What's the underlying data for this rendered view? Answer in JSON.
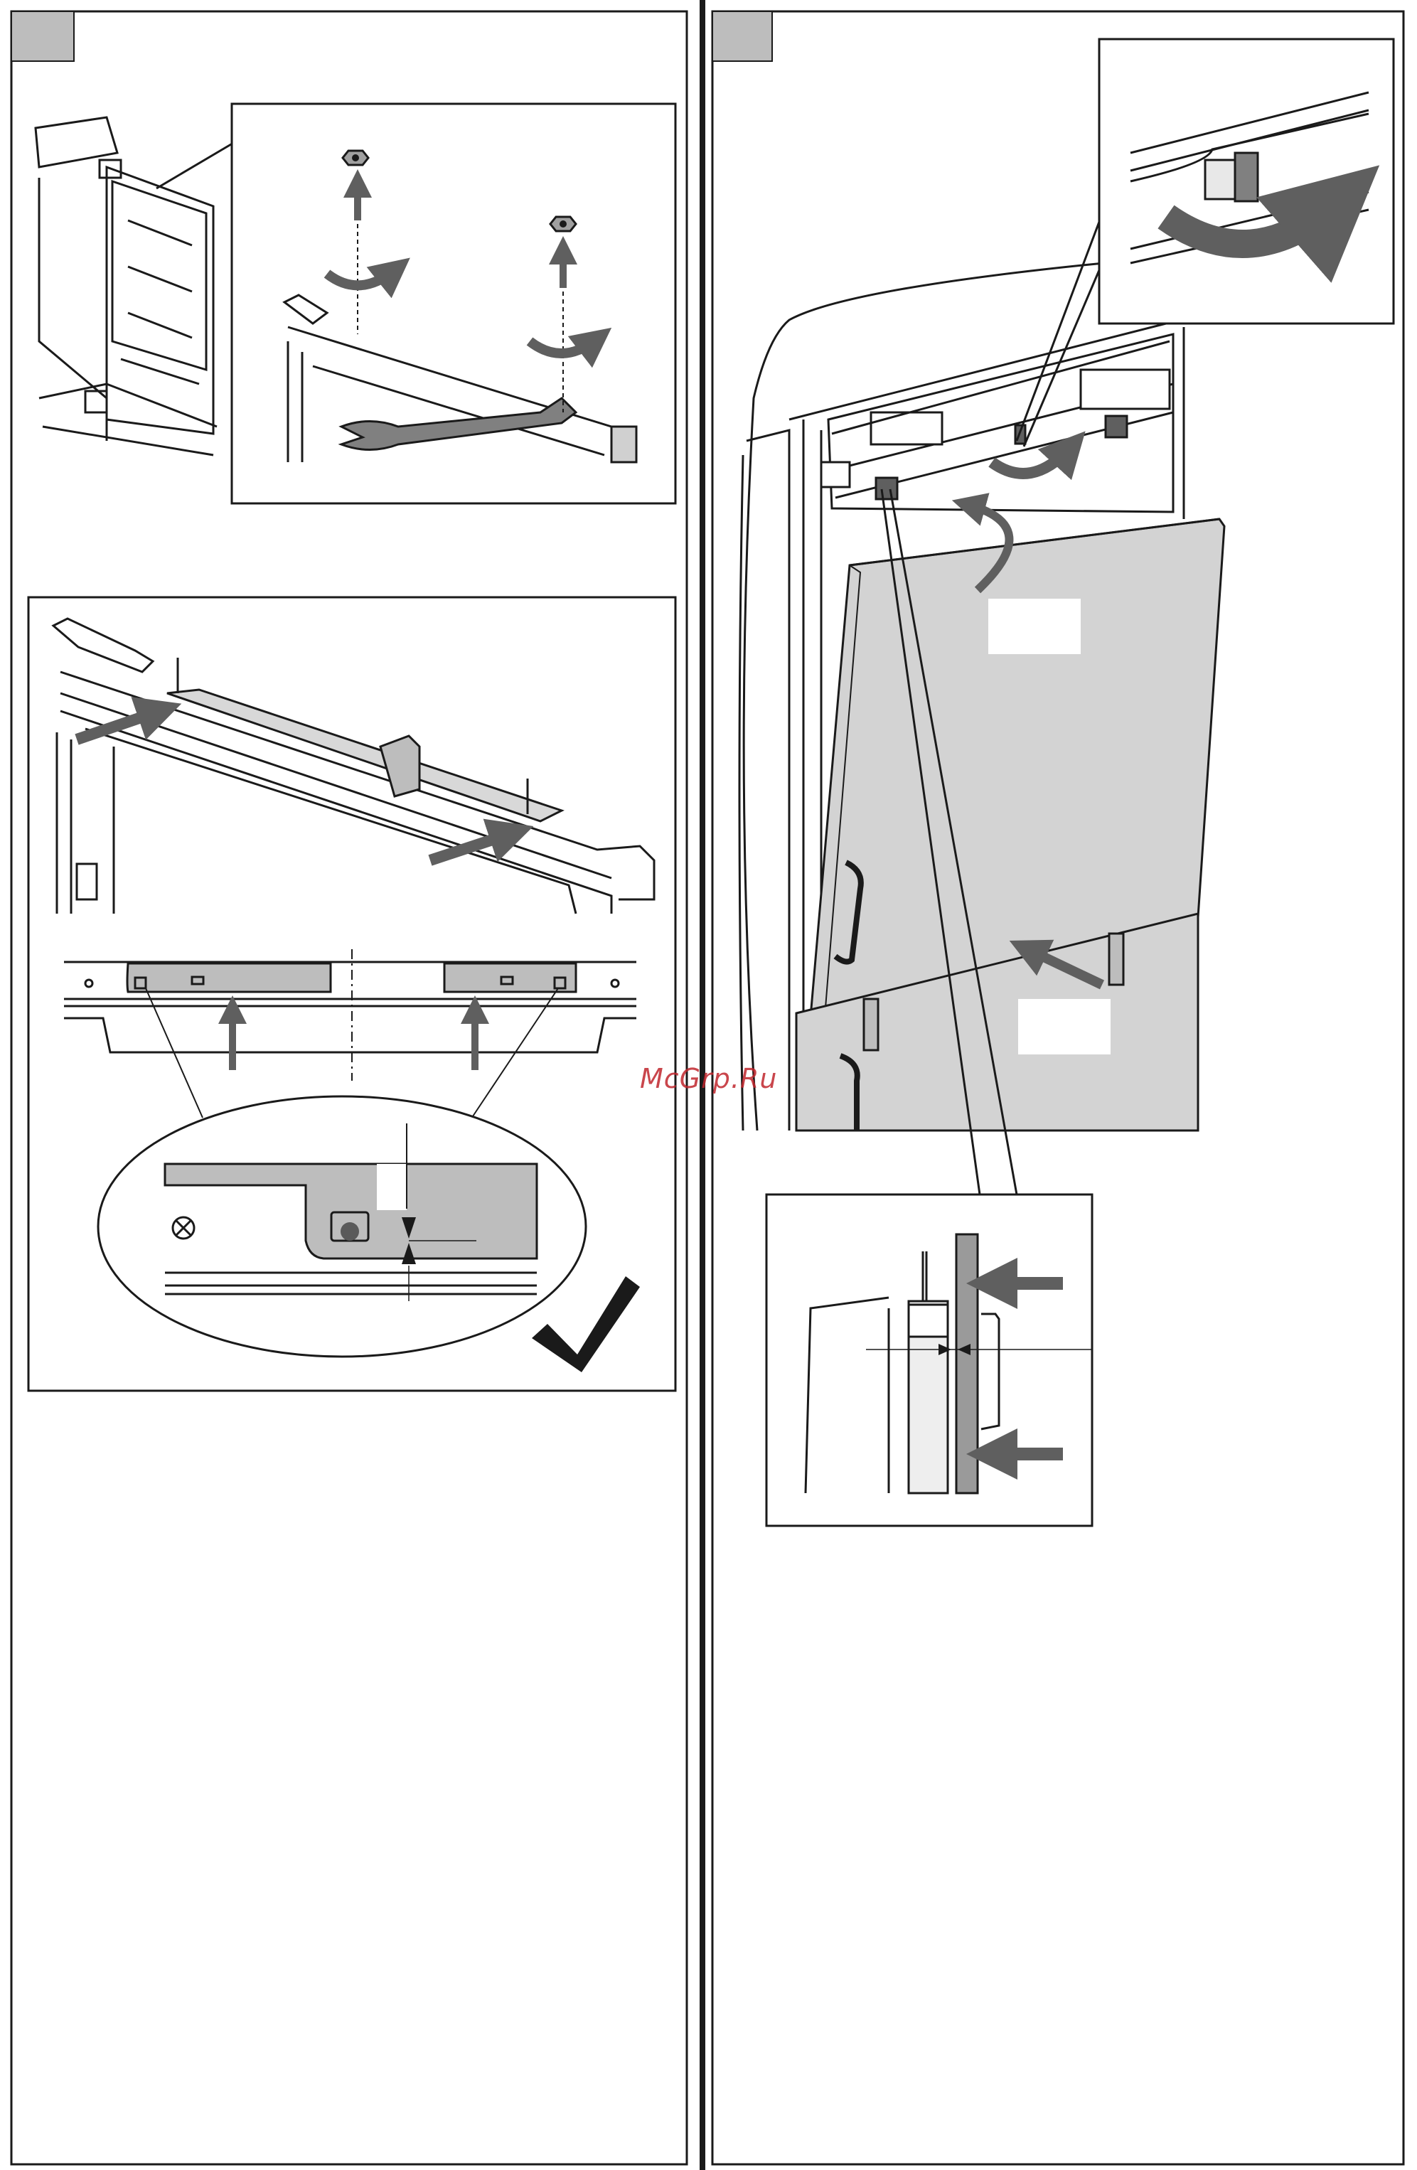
{
  "document": {
    "type": "installation-manual-page",
    "panels": [
      {
        "id": "left",
        "step_label": "",
        "figures": [
          "remove-hinge-nuts",
          "align-door-bracket",
          "alignment-detail"
        ]
      },
      {
        "id": "right",
        "step_label": "",
        "figures": [
          "attach-upper-door",
          "clip-detail",
          "gap-detail"
        ]
      }
    ]
  },
  "watermark": {
    "text": "McGrp.Ru",
    "color": "#c0262d"
  },
  "colors": {
    "line": "#1a1a1a",
    "arrow": "#5f5f5f",
    "fill": "#bdbdbd",
    "door": "#d3d3d3"
  },
  "icons": [
    "rotate-arrow-icon",
    "up-arrow-icon",
    "wrench-icon",
    "check-icon",
    "push-arrow-icon"
  ]
}
